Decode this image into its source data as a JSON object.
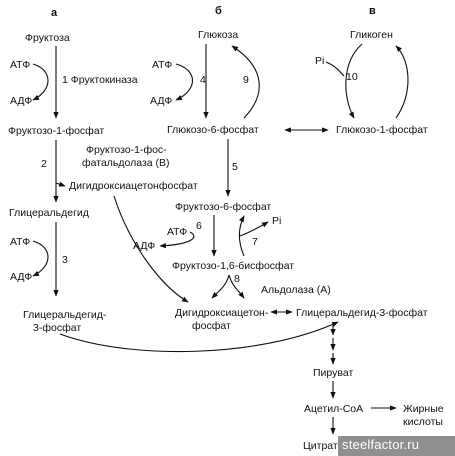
{
  "columns": {
    "a": "а",
    "b": "б",
    "c": "в"
  },
  "nodes": {
    "fructose": "Фруктоза",
    "glucose": "Глюкоза",
    "glycogen": "Гликоген",
    "atp_1": "АТФ",
    "adp_1": "АДФ",
    "atp_4": "АТФ",
    "adp_4": "АДФ",
    "pi_10": "Pi",
    "fructokinase": "1 Фруктокиназа",
    "f1p": "Фруктозо-1-фосфат",
    "g6p": "Глюкозо-6-фосфат",
    "g1p": "Глюкозо-1-фосфат",
    "aldolase_b_1": "Фруктозо-1-фос-",
    "aldolase_b_2": "фатальдолаза (В)",
    "dhap_top": "Дигидроксиацетонфосфат",
    "glyceraldehyde": "Глицеральдегид",
    "f6p": "Фруктозо-6-фосфат",
    "atp_6": "АТФ",
    "adp_6": "АДФ",
    "pi_7": "Pi",
    "f16bp": "Фруктозо-1,6-бисфосфат",
    "aldolase_a": "Альдолаза (А)",
    "atp_3": "АТФ",
    "adp_3": "АДФ",
    "g3p_left_1": "Глицеральдегид-",
    "g3p_left_2": "3-фосфат",
    "dhap_bottom_1": "Дигидроксиацетон-",
    "dhap_bottom_2": "фосфат",
    "g3p_main": "Глицеральдегид-3-фосфат",
    "pyruvate": "Пируват",
    "acetyl_coa": "Ацетил-СоА",
    "fatty_1": "Жирные",
    "fatty_2": "кислоты",
    "citrate": "Цитратны"
  },
  "steps": {
    "s1": "1",
    "s2": "2",
    "s3": "3",
    "s4": "4",
    "s5": "5",
    "s6": "6",
    "s7": "7",
    "s8": "8",
    "s9": "9",
    "s10": "10"
  },
  "watermark": "steelfactor.ru"
}
